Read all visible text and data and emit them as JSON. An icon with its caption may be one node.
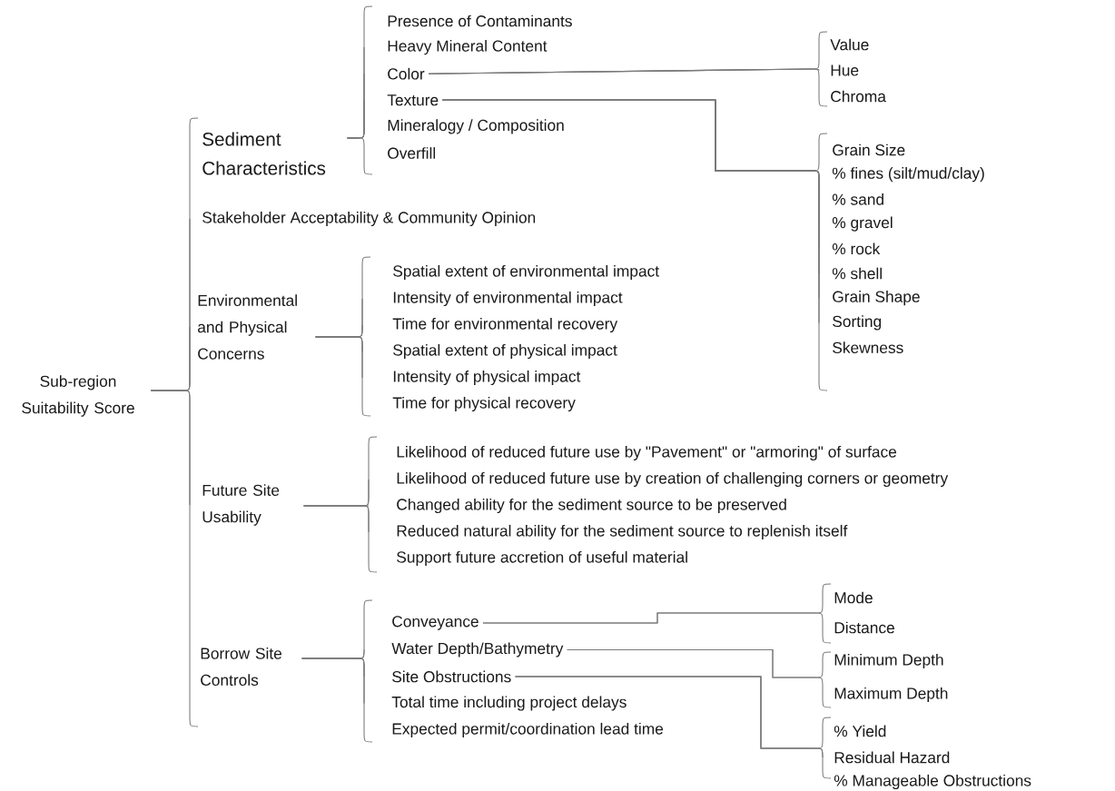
{
  "diagram": {
    "nodes": [
      {
        "text": [
          "Sub-region Suitability Score"
        ]
      },
      {
        "text": [
          "Sediment Characteristics"
        ]
      },
      {
        "text": [
          "Presence of Contaminants"
        ]
      },
      {
        "text": [
          "Heavy Mineral Content"
        ]
      },
      {
        "text": [
          "Color"
        ]
      },
      {
        "text": [
          "Texture"
        ]
      },
      {
        "text": [
          "Mineralogy / Composition"
        ]
      },
      {
        "text": [
          "Overfill"
        ]
      },
      {
        "text": [
          "Value"
        ]
      },
      {
        "text": [
          "Hue"
        ]
      },
      {
        "text": [
          "Chroma"
        ]
      },
      {
        "text": [
          "Grain Size"
        ]
      },
      {
        "text": [
          "% fines (silt/mud/clay)"
        ]
      },
      {
        "text": [
          "% sand"
        ]
      },
      {
        "text": [
          "% gravel"
        ]
      },
      {
        "text": [
          "% rock"
        ]
      },
      {
        "text": [
          "% shell"
        ]
      },
      {
        "text": [
          "Grain Shape"
        ]
      },
      {
        "text": [
          "Sorting"
        ]
      },
      {
        "text": [
          "Skewness"
        ]
      },
      {
        "text": [
          "Stakeholder Acceptability & Community Opinion"
        ]
      },
      {
        "text": [
          "Environmental and Physical Concerns"
        ]
      },
      {
        "text": [
          "Spatial extent of environmental impact"
        ]
      },
      {
        "text": [
          "Intensity of environmental impact"
        ]
      },
      {
        "text": [
          "Time for environmental recovery"
        ]
      },
      {
        "text": [
          "Spatial extent of physical impact"
        ]
      },
      {
        "text": [
          "Intensity of physical impact"
        ]
      },
      {
        "text": [
          "Time for physical recovery"
        ]
      },
      {
        "text": [
          "Future Site Usability"
        ]
      },
      {
        "text": [
          "Likelihood of reduced future use by \"Pavement\" or \"armoring\" of surface"
        ]
      },
      {
        "text": [
          "Likelihood of reduced future use by creation of challenging corners or geometry"
        ]
      },
      {
        "text": [
          "Changed ability for the sediment source to be preserved"
        ]
      },
      {
        "text": [
          "Reduced natural ability for the sediment source to replenish itself"
        ]
      },
      {
        "text": [
          "Support future accretion of useful material"
        ]
      },
      {
        "text": [
          "Borrow Site Controls"
        ]
      },
      {
        "text": [
          "Conveyance"
        ]
      },
      {
        "text": [
          "Water Depth/Bathymetry"
        ]
      },
      {
        "text": [
          "Site Obstructions"
        ]
      },
      {
        "text": [
          "Total time including project delays"
        ]
      },
      {
        "text": [
          "Expected permit/coordination lead time"
        ]
      },
      {
        "text": [
          "Mode"
        ]
      },
      {
        "text": [
          "Distance"
        ]
      },
      {
        "text": [
          "Minimum Depth"
        ]
      },
      {
        "text": [
          "Maximum Depth"
        ]
      },
      {
        "text": [
          "% Yield"
        ]
      },
      {
        "text": [
          "Residual Hazard"
        ]
      },
      {
        "text": [
          "% Manageable Obstructions"
        ]
      }
    ],
    "edges": [
      {
        "from": 0,
        "to": 1,
        "arrow": "none"
      },
      {
        "from": 0,
        "to": 20,
        "arrow": "none"
      },
      {
        "from": 0,
        "to": 21,
        "arrow": "none"
      },
      {
        "from": 0,
        "to": 28,
        "arrow": "none"
      },
      {
        "from": 0,
        "to": 34,
        "arrow": "none"
      },
      {
        "from": 1,
        "to": 2,
        "arrow": "none"
      },
      {
        "from": 1,
        "to": 3,
        "arrow": "none"
      },
      {
        "from": 1,
        "to": 4,
        "arrow": "none"
      },
      {
        "from": 1,
        "to": 5,
        "arrow": "none"
      },
      {
        "from": 1,
        "to": 6,
        "arrow": "none"
      },
      {
        "from": 1,
        "to": 7,
        "arrow": "none"
      },
      {
        "from": 4,
        "to": 8,
        "arrow": "none"
      },
      {
        "from": 4,
        "to": 9,
        "arrow": "none"
      },
      {
        "from": 4,
        "to": 10,
        "arrow": "none"
      },
      {
        "from": 5,
        "to": 11,
        "arrow": "none"
      },
      {
        "from": 5,
        "to": 12,
        "arrow": "none"
      },
      {
        "from": 5,
        "to": 13,
        "arrow": "none"
      },
      {
        "from": 5,
        "to": 14,
        "arrow": "none"
      },
      {
        "from": 5,
        "to": 15,
        "arrow": "none"
      },
      {
        "from": 5,
        "to": 16,
        "arrow": "none"
      },
      {
        "from": 5,
        "to": 17,
        "arrow": "none"
      },
      {
        "from": 5,
        "to": 18,
        "arrow": "none"
      },
      {
        "from": 5,
        "to": 19,
        "arrow": "none"
      },
      {
        "from": 21,
        "to": 22,
        "arrow": "none"
      },
      {
        "from": 21,
        "to": 23,
        "arrow": "none"
      },
      {
        "from": 21,
        "to": 24,
        "arrow": "none"
      },
      {
        "from": 21,
        "to": 25,
        "arrow": "none"
      },
      {
        "from": 21,
        "to": 26,
        "arrow": "none"
      },
      {
        "from": 21,
        "to": 27,
        "arrow": "none"
      },
      {
        "from": 28,
        "to": 29,
        "arrow": "none"
      },
      {
        "from": 28,
        "to": 30,
        "arrow": "none"
      },
      {
        "from": 28,
        "to": 31,
        "arrow": "none"
      },
      {
        "from": 28,
        "to": 32,
        "arrow": "none"
      },
      {
        "from": 28,
        "to": 33,
        "arrow": "none"
      },
      {
        "from": 34,
        "to": 35,
        "arrow": "none"
      },
      {
        "from": 34,
        "to": 36,
        "arrow": "none"
      },
      {
        "from": 34,
        "to": 37,
        "arrow": "none"
      },
      {
        "from": 34,
        "to": 38,
        "arrow": "none"
      },
      {
        "from": 34,
        "to": 39,
        "arrow": "none"
      },
      {
        "from": 35,
        "to": 40,
        "arrow": "none"
      },
      {
        "from": 35,
        "to": 41,
        "arrow": "none"
      },
      {
        "from": 36,
        "to": 42,
        "arrow": "none"
      },
      {
        "from": 36,
        "to": 43,
        "arrow": "none"
      },
      {
        "from": 37,
        "to": 44,
        "arrow": "none"
      },
      {
        "from": 37,
        "to": 45,
        "arrow": "none"
      },
      {
        "from": 37,
        "to": 46,
        "arrow": "none"
      }
    ]
  }
}
